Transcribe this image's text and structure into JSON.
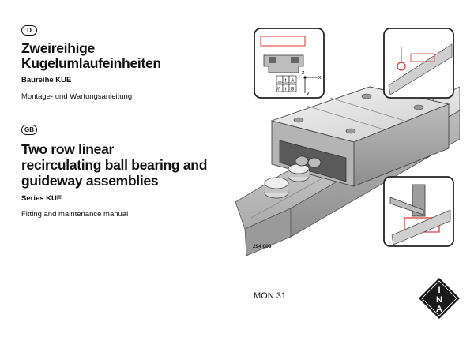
{
  "de": {
    "lang_code": "D",
    "title_line1": "Zweireihige",
    "title_line2": "Kugelumlaufeinheiten",
    "series": "Baureihe KUE",
    "subtitle": "Montage- und Wartungsanleitung"
  },
  "gb": {
    "lang_code": "GB",
    "title_line1": "Two row linear",
    "title_line2": "recirculating ball bearing and",
    "title_line3": "guideway assemblies",
    "series": "Series KUE",
    "subtitle": "Fitting and maintenance manual"
  },
  "illustration": {
    "label_z": "z",
    "label_y": "y",
    "label_x": "x",
    "label_t1": "t",
    "label_a": "A",
    "label_t2": "t",
    "label_b": "B",
    "label_perp": "⊥",
    "label_parallel": "//",
    "figure_number": "294 009",
    "accent_color": "#d9342b"
  },
  "doc_code": "MON 31",
  "logo": {
    "letters": [
      "I",
      "N",
      "A"
    ]
  }
}
